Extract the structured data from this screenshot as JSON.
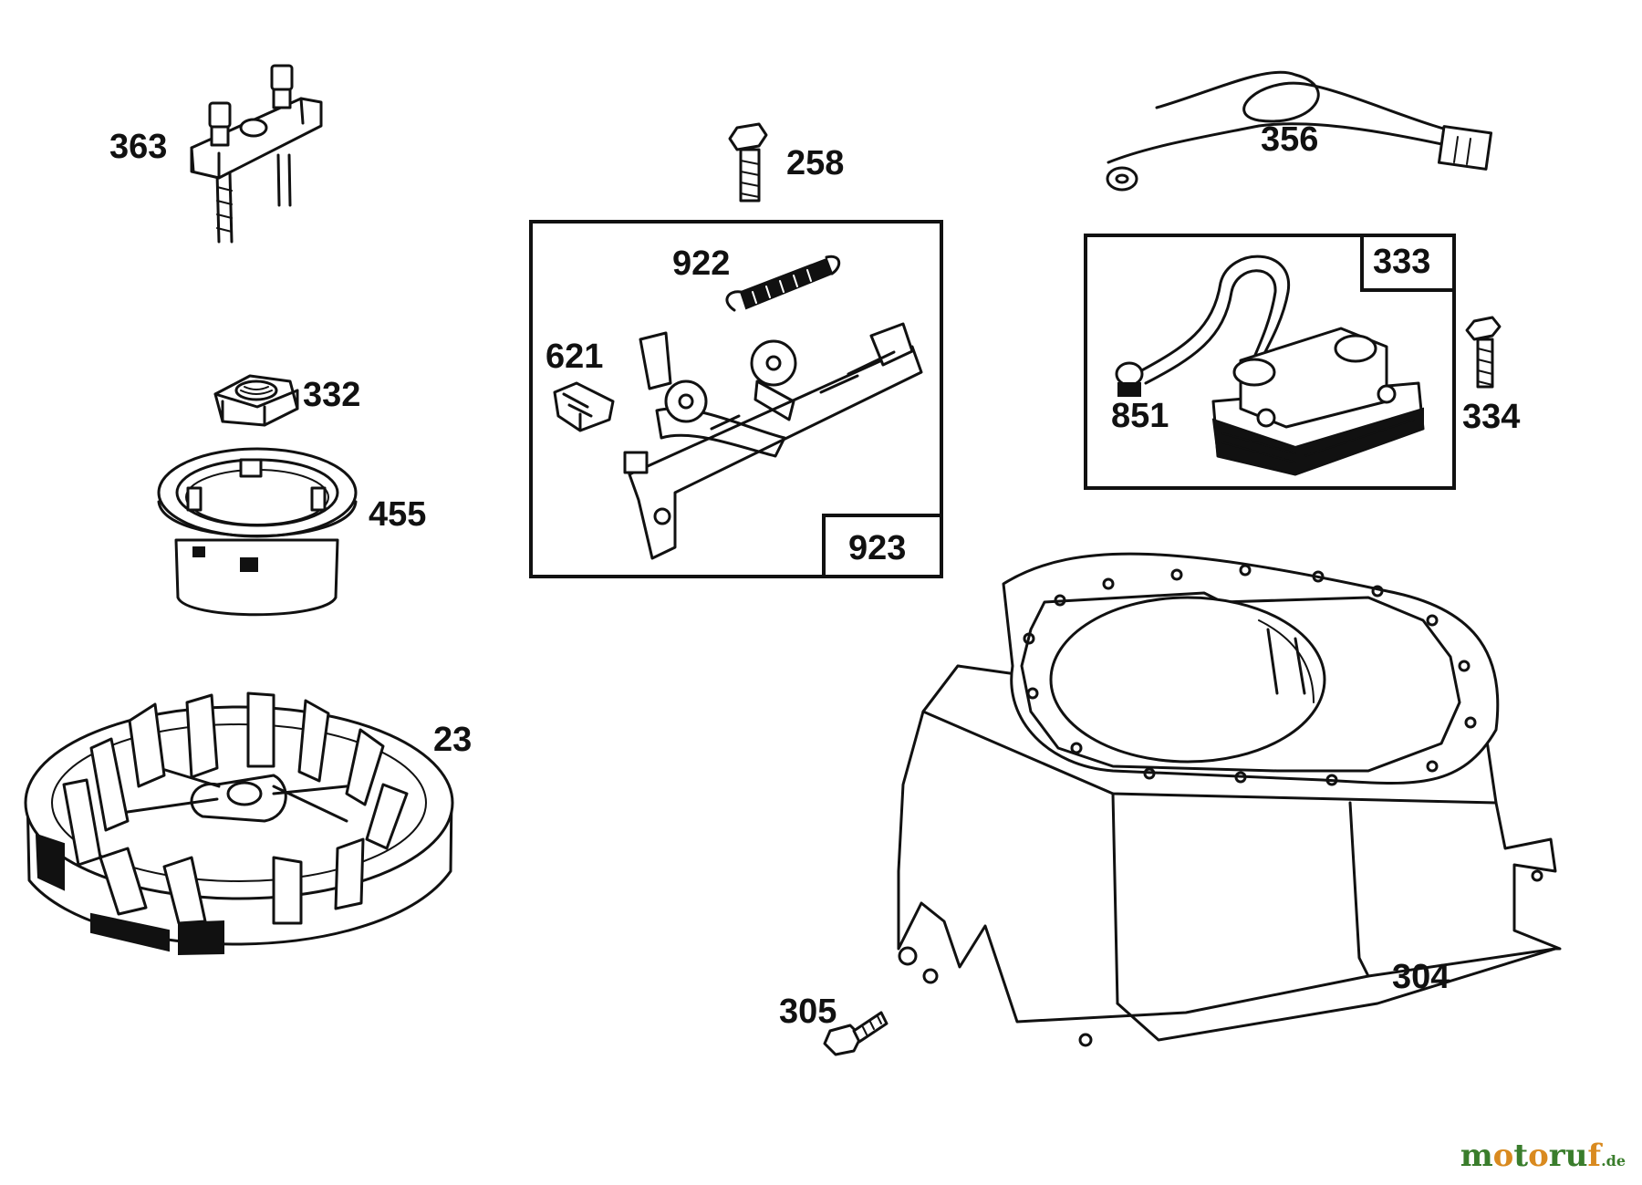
{
  "parts": {
    "p363": "363",
    "p258": "258",
    "p356": "356",
    "p922": "922",
    "p621": "621",
    "p923": "923",
    "p333": "333",
    "p851": "851",
    "p334": "334",
    "p332": "332",
    "p455": "455",
    "p23": "23",
    "p304": "304",
    "p305": "305"
  },
  "watermark": {
    "brand": "motoruf",
    "tld": ".de",
    "colors": {
      "primary": "#3a7d2c",
      "accent": "#d98a1f"
    }
  }
}
